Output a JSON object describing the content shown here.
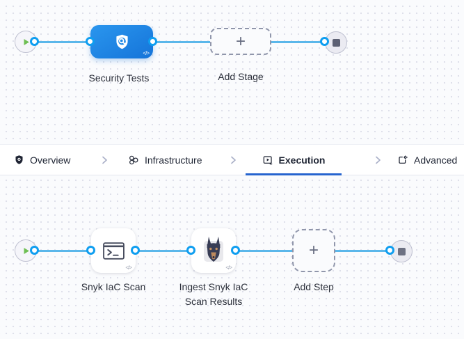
{
  "colors": {
    "stage_node_blue": "#1e88e5",
    "connector_blue": "#5bb7ea",
    "port_ring_blue": "#0f9ef0",
    "active_tab_underline": "#2664cf",
    "play_green": "#6fbf54"
  },
  "icons": {
    "plus": "+",
    "code": "</>"
  },
  "stage_flow": {
    "stage": {
      "label": "Security Tests",
      "icon": "shield-scan-icon"
    },
    "add_stage_label": "Add Stage"
  },
  "tabs": [
    {
      "label": "Overview",
      "icon": "shield-icon",
      "active": false
    },
    {
      "label": "Infrastructure",
      "icon": "cluster-icon",
      "active": false
    },
    {
      "label": "Execution",
      "icon": "play-square-icon",
      "active": true
    },
    {
      "label": "Advanced",
      "icon": "box-gear-icon",
      "active": false
    }
  ],
  "step_flow": {
    "steps": [
      {
        "label": "Snyk IaC Scan",
        "icon": "terminal-icon"
      },
      {
        "label": "Ingest Snyk IaC Scan Results",
        "icon": "doberman-icon"
      }
    ],
    "add_step_label": "Add Step"
  }
}
